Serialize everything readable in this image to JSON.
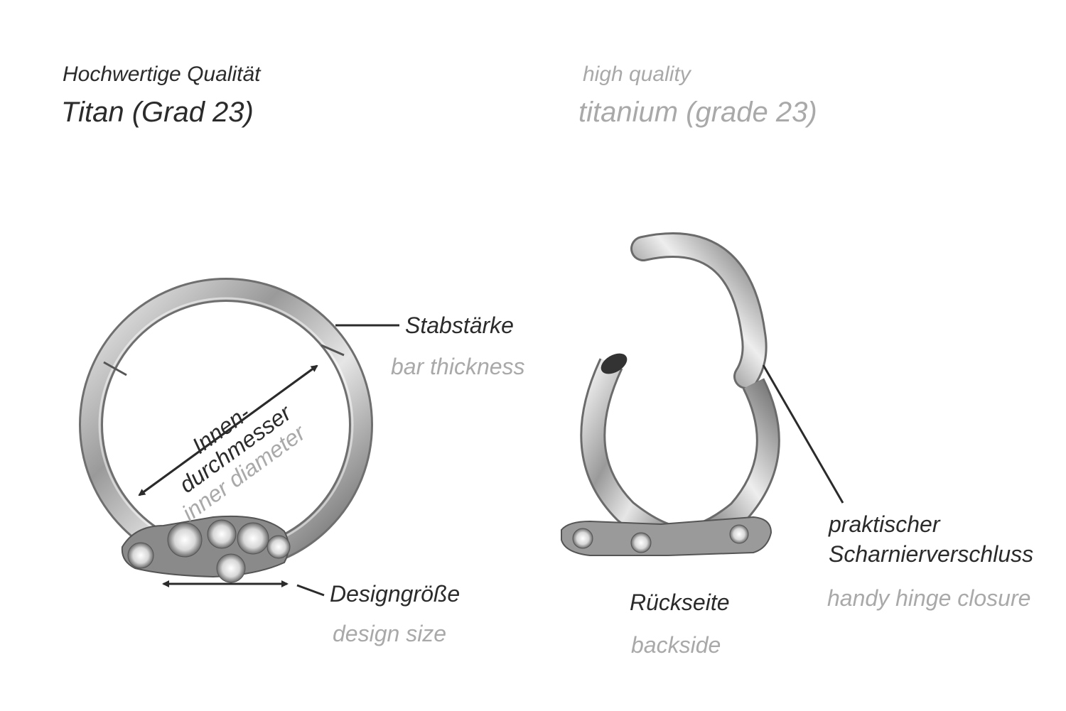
{
  "header": {
    "de_line1": "Hochwertige Qualität",
    "de_line2": "Titan (Grad 23)",
    "en_line1": "high quality",
    "en_line2": "titanium (grade 23)"
  },
  "labels": {
    "bar_thickness_de": "Stabstärke",
    "bar_thickness_en": "bar thickness",
    "inner_diameter_de_1": "Innen-",
    "inner_diameter_de_2": "durchmesser",
    "inner_diameter_en": "inner diameter",
    "design_size_de": "Designgröße",
    "design_size_en": "design size",
    "backside_de": "Rückseite",
    "backside_en": "backside",
    "hinge_de_1": "praktischer",
    "hinge_de_2": "Scharnierverschluss",
    "hinge_en": "handy hinge closure"
  },
  "colors": {
    "dark_text": "#2b2b2b",
    "grey_text": "#a9a9a9",
    "metal": "#b8b8b8"
  }
}
